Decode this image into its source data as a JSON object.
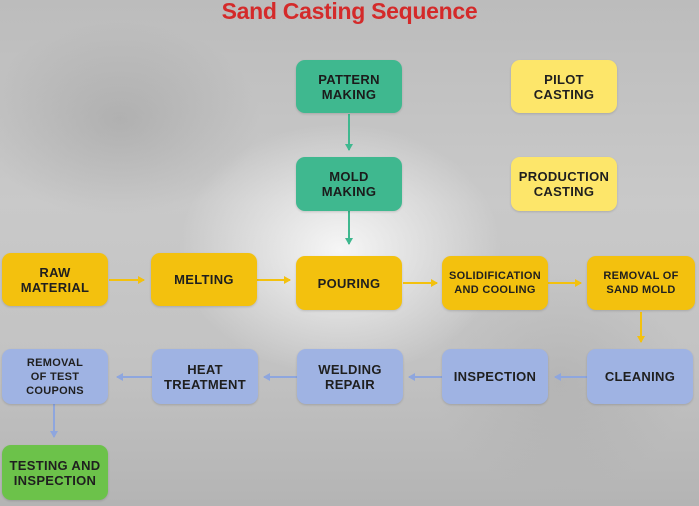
{
  "title": "Sand Casting Sequence",
  "colors": {
    "title": "#d42a2a",
    "teal": "#3fb88f",
    "yellow": "#f3c10e",
    "light_yellow": "#fde66a",
    "blue": "#9fb3e3",
    "green": "#6cc24a"
  },
  "steps": {
    "pattern_making": "PATTERN\nMAKING",
    "mold_making": "MOLD\nMAKING",
    "pilot_casting": "PILOT\nCASTING",
    "production_casting": "PRODUCTION\nCASTING",
    "raw_material": "RAW\nMATERIAL",
    "melting": "MELTING",
    "pouring": "POURING",
    "solidification": "SOLIDIFICATION\nAND COOLING",
    "removal_sand_mold": "REMOVAL OF\nSAND MOLD",
    "cleaning": "CLEANING",
    "inspection": "INSPECTION",
    "welding_repair": "WELDING\nREPAIR",
    "heat_treatment": "HEAT\nTREATMENT",
    "removal_test_coupons": "REMOVAL\nOF TEST\nCOUPONS",
    "testing_inspection": "TESTING AND\nINSPECTION"
  }
}
